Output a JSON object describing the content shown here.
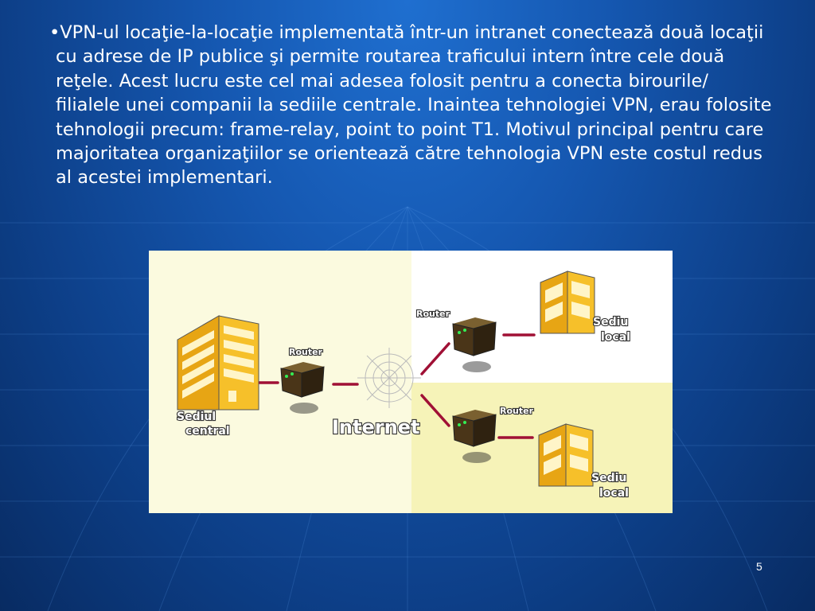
{
  "slide": {
    "paragraph": "VPN-ul locaţie-la-locaţie implementată într-un intranet conectează două locaţii cu adrese de IP publice şi permite routarea traficului intern între cele două reţele. Acest lucru este cel mai adesea folosit pentru a conecta birourile/ filialele unei companii la sediile centrale. Inaintea tehnologiei VPN, erau folosite tehnologii precum: frame-relay, point to point T1. Motivul principal pentru care majoritatea organizaţiilor se orientează către tehnologia VPN este costul redus al acestei implementari.",
    "bullet": "•",
    "page_number": "5"
  },
  "diagram": {
    "central_label_line1": "Sediul",
    "central_label_line2": "central",
    "internet_label": "Internet",
    "router_central_label": "Router",
    "router_top_label": "Router",
    "router_bottom_label": "Router",
    "local_top_line1": "Sediu",
    "local_top_line2": "local",
    "local_bottom_line1": "Sediu",
    "local_bottom_line2": "local"
  },
  "colors": {
    "building": "#f3b820",
    "router": "#4a3518",
    "link": "#a01035",
    "diagram_bg_top": "#fdfbe8",
    "diagram_bg_bottom": "#f5f2b8"
  }
}
